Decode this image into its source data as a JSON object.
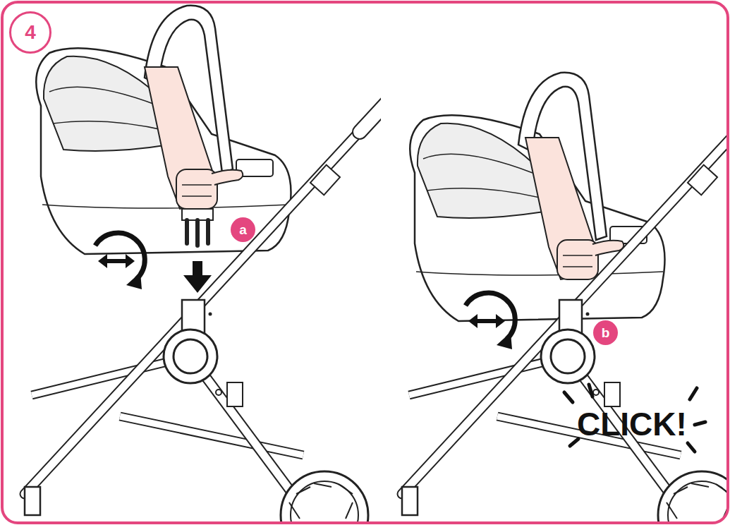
{
  "diagram": {
    "nodes": [
      {
        "text": [
          "4"
        ]
      },
      {
        "text": [
          "a"
        ]
      },
      {
        "text": [
          "b"
        ]
      }
    ],
    "labels": [
      "CLICK!"
    ]
  }
}
